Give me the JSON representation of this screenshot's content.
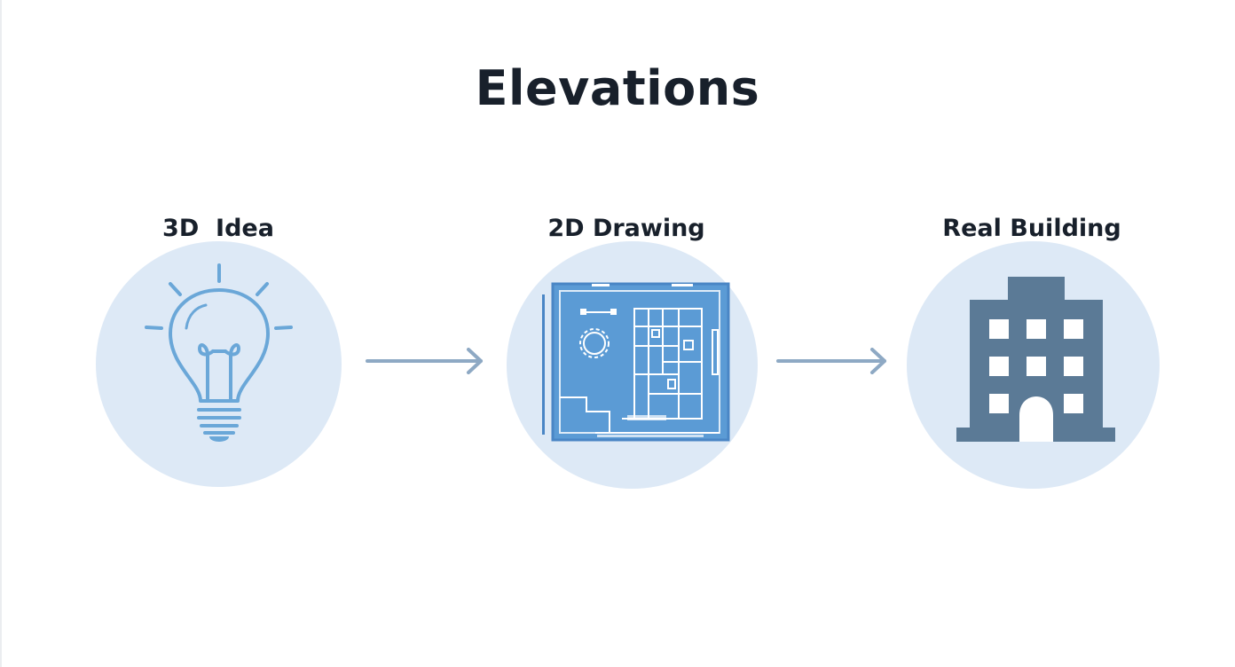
{
  "diagram": {
    "title": "Elevations",
    "steps": [
      {
        "label": "3D  Idea",
        "icon": "lightbulb-icon"
      },
      {
        "label": "2D Drawing",
        "icon": "floor-plan-icon"
      },
      {
        "label": "Real Building",
        "icon": "building-icon"
      }
    ]
  },
  "colors": {
    "circle_fill": "#dde9f6",
    "bulb_stroke": "#6aa7d8",
    "blueprint": "#5b9bd5",
    "building": "#5b7a96",
    "arrow": "#8ea9c4",
    "text": "#18202b"
  }
}
